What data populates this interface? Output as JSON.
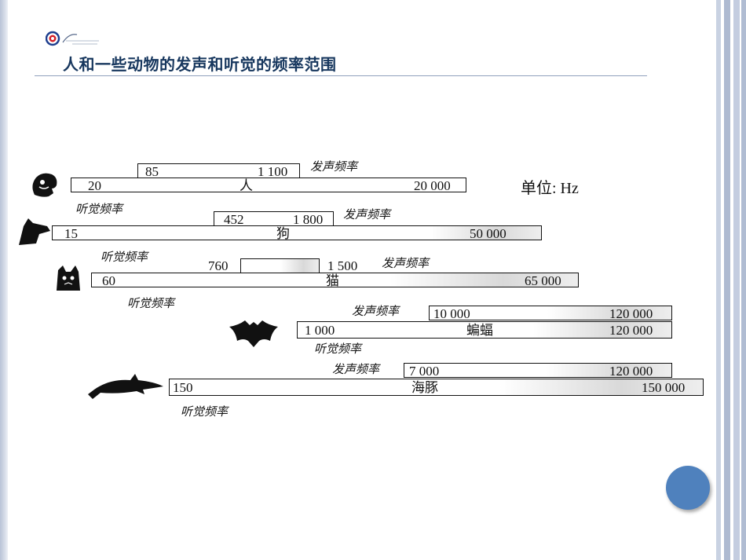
{
  "slide": {
    "title": "人和一些动物的发声和听觉的频率范围"
  },
  "diagram": {
    "unit_label": "单位: Hz",
    "label_emit": "发声频率",
    "label_hear": "听觉频率",
    "rows": [
      {
        "name": "人",
        "emit_low": "85",
        "emit_high": "1 100",
        "hear_low": "20",
        "hear_high": "20 000",
        "icon": "human-head-icon"
      },
      {
        "name": "狗",
        "emit_low": "452",
        "emit_high": "1 800",
        "hear_low": "15",
        "hear_high": "50 000",
        "icon": "dog-icon"
      },
      {
        "name": "猫",
        "emit_low": "760",
        "emit_high": "1 500",
        "hear_low": "60",
        "hear_high": "65 000",
        "icon": "cat-icon"
      },
      {
        "name": "蝙蝠",
        "emit_low": "10 000",
        "emit_high": "120 000",
        "hear_low": "1 000",
        "hear_high": "120 000",
        "icon": "bat-icon"
      },
      {
        "name": "海豚",
        "emit_low": "7 000",
        "emit_high": "120 000",
        "hear_low": "150",
        "hear_high": "150 000",
        "icon": "dolphin-icon"
      }
    ]
  },
  "colors": {
    "title": "#17375e",
    "accent": "#4f81bd"
  }
}
